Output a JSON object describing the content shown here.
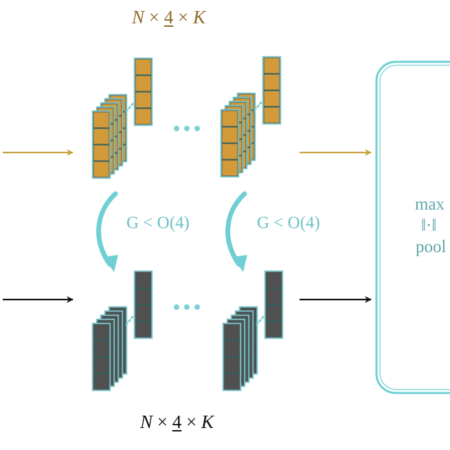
{
  "labels": {
    "top_dims": {
      "n": "N",
      "times1": " × ",
      "four": "4",
      "times2": " × ",
      "k": "K"
    },
    "bottom_dims": {
      "n": "N",
      "times1": " × ",
      "four": "4",
      "times2": " × ",
      "k": "K"
    },
    "group_action_left": "G < O(4)",
    "group_action_right": "G < O(4)",
    "pool_lines": [
      "max",
      "‖·‖",
      "pool"
    ]
  },
  "colors": {
    "gold_fill": "#d39a3a",
    "gold_border": "#6fc1c5",
    "gold_arrow": "#c5a43a",
    "dark_fill": "#505050",
    "black_arrow": "#111111",
    "teal": "#6fcfd3",
    "teal_text": "#5fa6aa",
    "dots": "#7fd0d4"
  },
  "icons": [
    "right-arrow-icon",
    "curved-arrow-icon",
    "ellipsis-icon"
  ]
}
